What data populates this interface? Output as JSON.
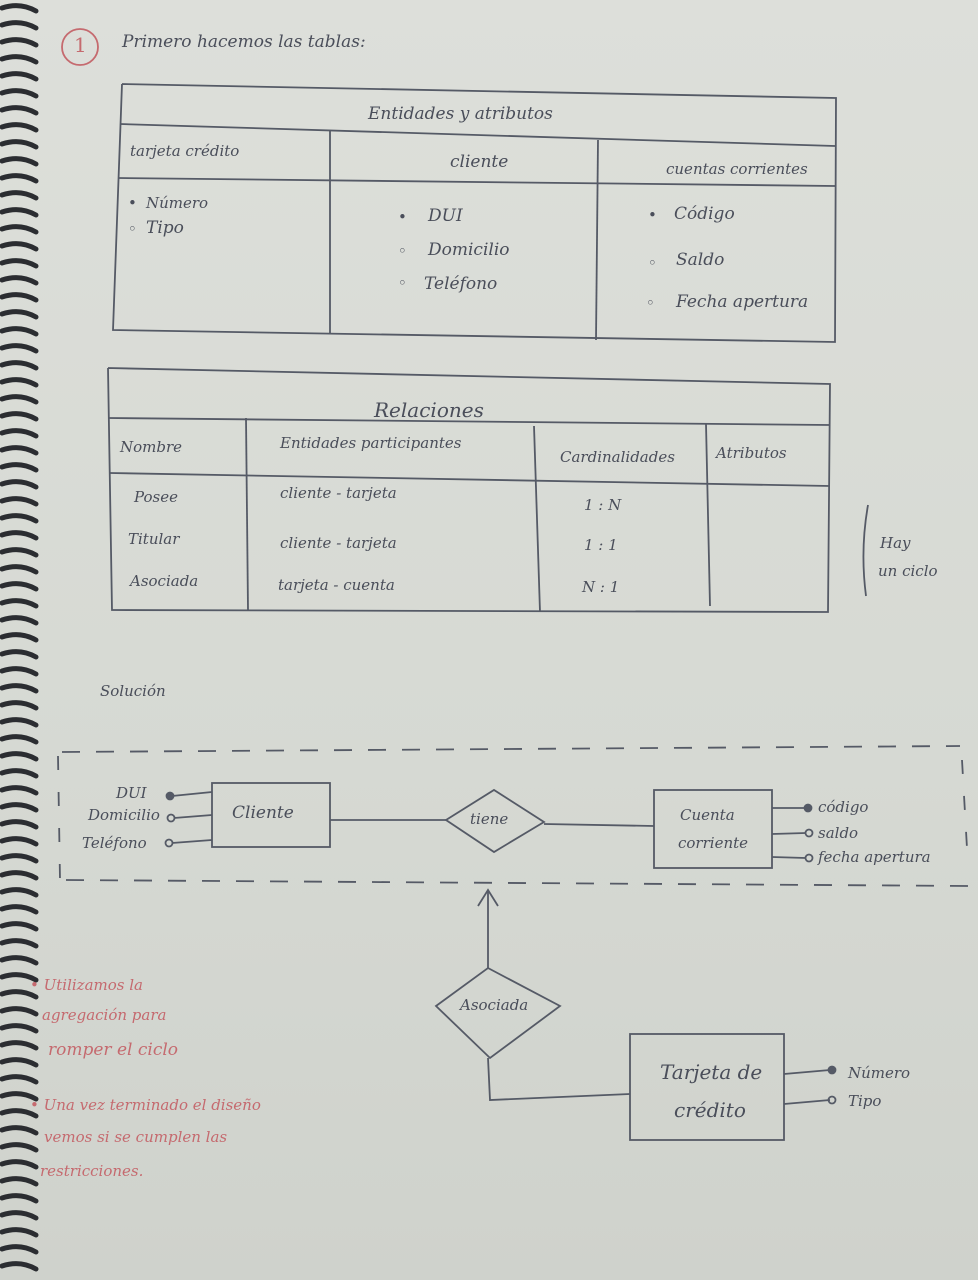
{
  "header": {
    "step_number": "1",
    "intro": "Primero hacemos las tablas:"
  },
  "entities_table": {
    "title": "Entidades y atributos",
    "columns": [
      {
        "name": "tarjeta crédito",
        "attributes": [
          {
            "bullet": "•",
            "label": "Número"
          },
          {
            "bullet": "◦",
            "label": "Tipo"
          }
        ]
      },
      {
        "name": "cliente",
        "attributes": [
          {
            "bullet": "•",
            "label": "DUI"
          },
          {
            "bullet": "◦",
            "label": "Domicilio"
          },
          {
            "bullet": "◦",
            "label": "Teléfono"
          }
        ]
      },
      {
        "name": "cuentas corrientes",
        "attributes": [
          {
            "bullet": "•",
            "label": "Código"
          },
          {
            "bullet": "◦",
            "label": "Saldo"
          },
          {
            "bullet": "◦",
            "label": "Fecha apertura"
          }
        ]
      }
    ]
  },
  "relations_table": {
    "title": "Relaciones",
    "headers": [
      "Nombre",
      "Entidades participantes",
      "Cardinalidades",
      "Atributos"
    ],
    "rows": [
      {
        "name": "Posee",
        "entities": "cliente - tarjeta",
        "cardinality": "1 : N",
        "attributes": ""
      },
      {
        "name": "Titular",
        "entities": "cliente - tarjeta",
        "cardinality": "1 : 1",
        "attributes": ""
      },
      {
        "name": "Asociada",
        "entities": "tarjeta - cuenta",
        "cardinality": "N : 1",
        "attributes": ""
      }
    ],
    "side_note": [
      "Hay",
      "un ciclo"
    ]
  },
  "solution_label": "Solución",
  "diagram": {
    "cliente": {
      "label": "Cliente",
      "attributes": [
        "DUI",
        "Domicilio",
        "Teléfono"
      ]
    },
    "relation_tiene": "tiene",
    "cuenta": {
      "label_line1": "Cuenta",
      "label_line2": "corriente",
      "attributes": [
        "código",
        "saldo",
        "fecha apertura"
      ]
    },
    "relation_asociada": "Asociada",
    "tarjeta": {
      "label_line1": "Tarjeta de",
      "label_line2": "crédito",
      "attributes": [
        "Número",
        "Tipo"
      ]
    }
  },
  "notes": [
    {
      "lines": [
        "• Utilizamos la",
        "agregación para",
        "romper el ciclo"
      ]
    },
    {
      "lines": [
        "• Una vez terminado el diseño",
        "vemos si se cumplen las",
        "restricciones."
      ]
    }
  ],
  "colors": {
    "ink": "#4a4e5a",
    "red_ink": "#c56a6f",
    "paper": "#d9dbd6"
  }
}
